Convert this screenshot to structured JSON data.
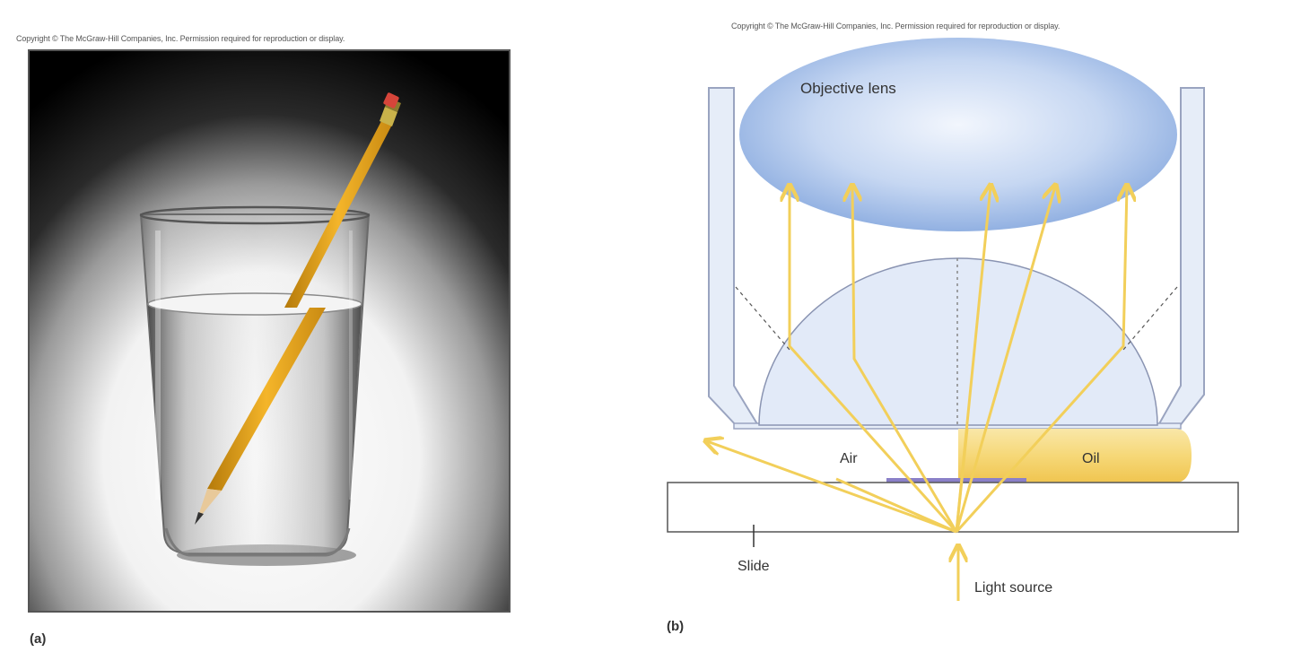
{
  "panel_a": {
    "copyright": "Copyright © The McGraw-Hill Companies, Inc. Permission required for reproduction or display.",
    "caption": "(a)"
  },
  "panel_b": {
    "copyright": "Copyright © The McGraw-Hill Companies, Inc. Permission required for reproduction or display.",
    "caption": "(b)",
    "labels": {
      "objective_lens": "Objective lens",
      "air": "Air",
      "oil": "Oil",
      "slide": "Slide",
      "light_source": "Light source"
    }
  },
  "colors": {
    "lens_blue": "#8fb0e2",
    "ray_yellow": "#f2cf5a",
    "oil_yellow": "#f6dc82",
    "specimen_purple": "#8a80c8",
    "housing_fill": "#e6edf8",
    "housing_stroke": "#9aa4c0"
  }
}
